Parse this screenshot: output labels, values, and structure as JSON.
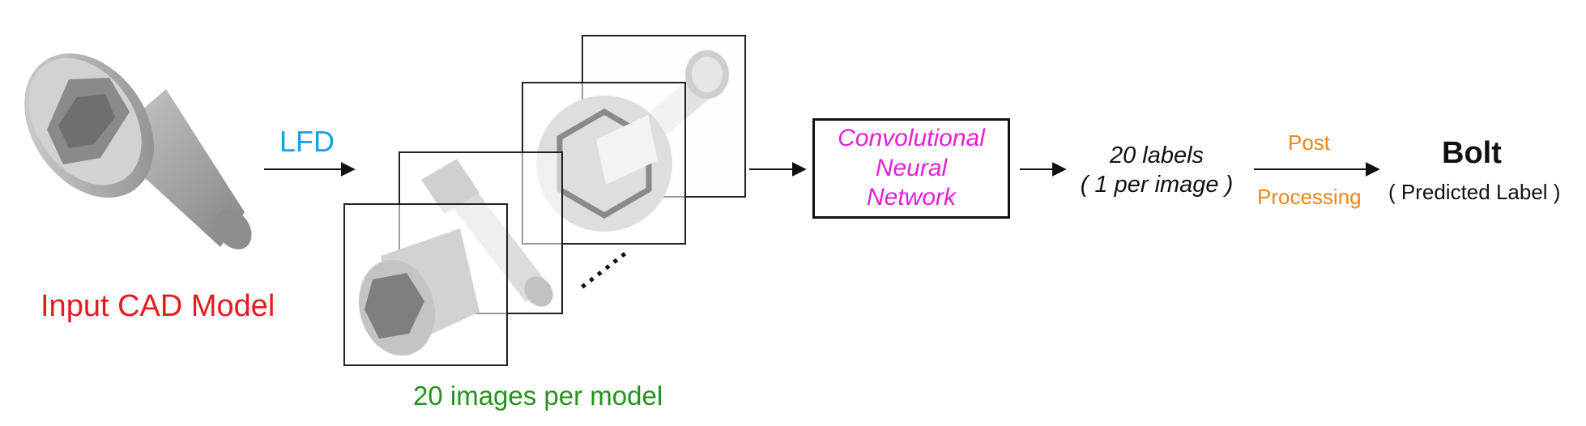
{
  "colors": {
    "input_label": "#e8191f",
    "lfd": "#1a9ee6",
    "images_label": "#24921e",
    "cnn_text": "#e51fd8",
    "post_processing": "#f08519",
    "text_dark": "#111111"
  },
  "input": {
    "label": "Input CAD Model"
  },
  "lfd": {
    "label": "LFD"
  },
  "images": {
    "caption": "20 images per model",
    "ellipsis": "......"
  },
  "cnn": {
    "line1": "Convolutional",
    "line2": "Neural",
    "line3": "Network"
  },
  "labels": {
    "line1": "20 labels",
    "line2": "( 1 per image )"
  },
  "post_processing": {
    "top": "Post",
    "bottom": "Processing"
  },
  "output": {
    "label": "Bolt",
    "sublabel": "( Predicted Label )"
  }
}
